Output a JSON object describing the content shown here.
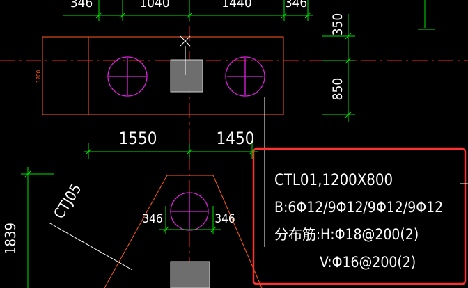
{
  "colors": {
    "background": "#000000",
    "dimension": "#00e000",
    "outline": "#ff5a1f",
    "axis": "#ff2020",
    "pile": "#e020e0",
    "column": "#6e6e6e",
    "text": "#ffffff",
    "highlight": "#ff3030",
    "pointer": "#ffffff"
  },
  "dimensions": {
    "top_1": "346",
    "top_2": "1040",
    "top_3": "1440",
    "top_4": "346",
    "right_upper": "350",
    "right_lower": "850",
    "bottom_left": "1550",
    "bottom_right": "1450",
    "cap_height": "1200",
    "left_height": "1839",
    "lower_left": "346",
    "lower_right": "346"
  },
  "labels": {
    "ctj": "CTJ05"
  },
  "info_box": {
    "line1": "CTL01,1200X800",
    "line2": "B:6Φ12/9Φ12/9Φ12/9Φ12",
    "line3_prefix": "分布筋:",
    "line3_value": "H:Φ18@200(2)",
    "line4_value": "V:Φ16@200(2)"
  },
  "icons": {
    "pile_left": "pile-circle-icon",
    "pile_right": "pile-circle-icon",
    "pile_lower": "pile-circle-icon",
    "cursor": "crosshair-cursor-icon"
  }
}
